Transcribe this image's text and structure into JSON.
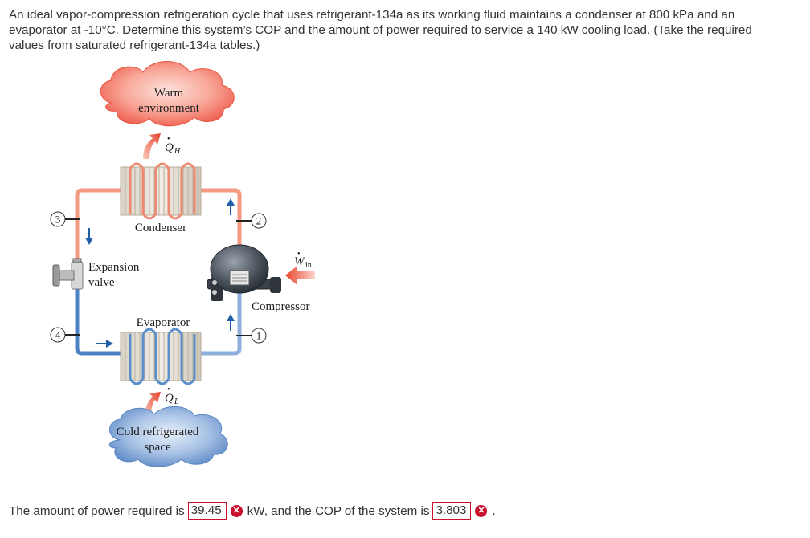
{
  "problem": {
    "text": "An ideal vapor-compression refrigeration cycle that uses refrigerant-134a as its working fluid maintains a condenser at 800 kPa and an evaporator at -10°C. Determine this system’s COP and the amount of power required to service a 140 kW cooling load. (Take the required values from saturated refrigerant-134a tables.)"
  },
  "diagram": {
    "warm_line1": "Warm",
    "warm_line2": "environment",
    "qh_symbol": "Q",
    "qh_sub": "H",
    "condenser": "Condenser",
    "expansion_line1": "Expansion",
    "expansion_line2": "valve",
    "evaporator": "Evaporator",
    "compressor": "Compressor",
    "win_symbol": "W",
    "win_sub": "in",
    "ql_symbol": "Q",
    "ql_sub": "L",
    "cold_line1": "Cold refrigerated",
    "cold_line2": "space",
    "state1": "1",
    "state2": "2",
    "state3": "3",
    "state4": "4"
  },
  "answer": {
    "prefix": "The amount of power required is",
    "power_value": "39.45",
    "middle": "kW, and the COP of the system is",
    "cop_value": "3.803",
    "suffix": ".",
    "wrong_icon": "x-circle-icon",
    "wrong_color": "#c8102e"
  },
  "colors": {
    "hot_pipe": "#f08a70",
    "cold_pipe": "#4f86c6",
    "arrow_blue": "#1f5fa8",
    "cloud_warm": "#f26a5e",
    "cloud_cold": "#6e96cc"
  }
}
